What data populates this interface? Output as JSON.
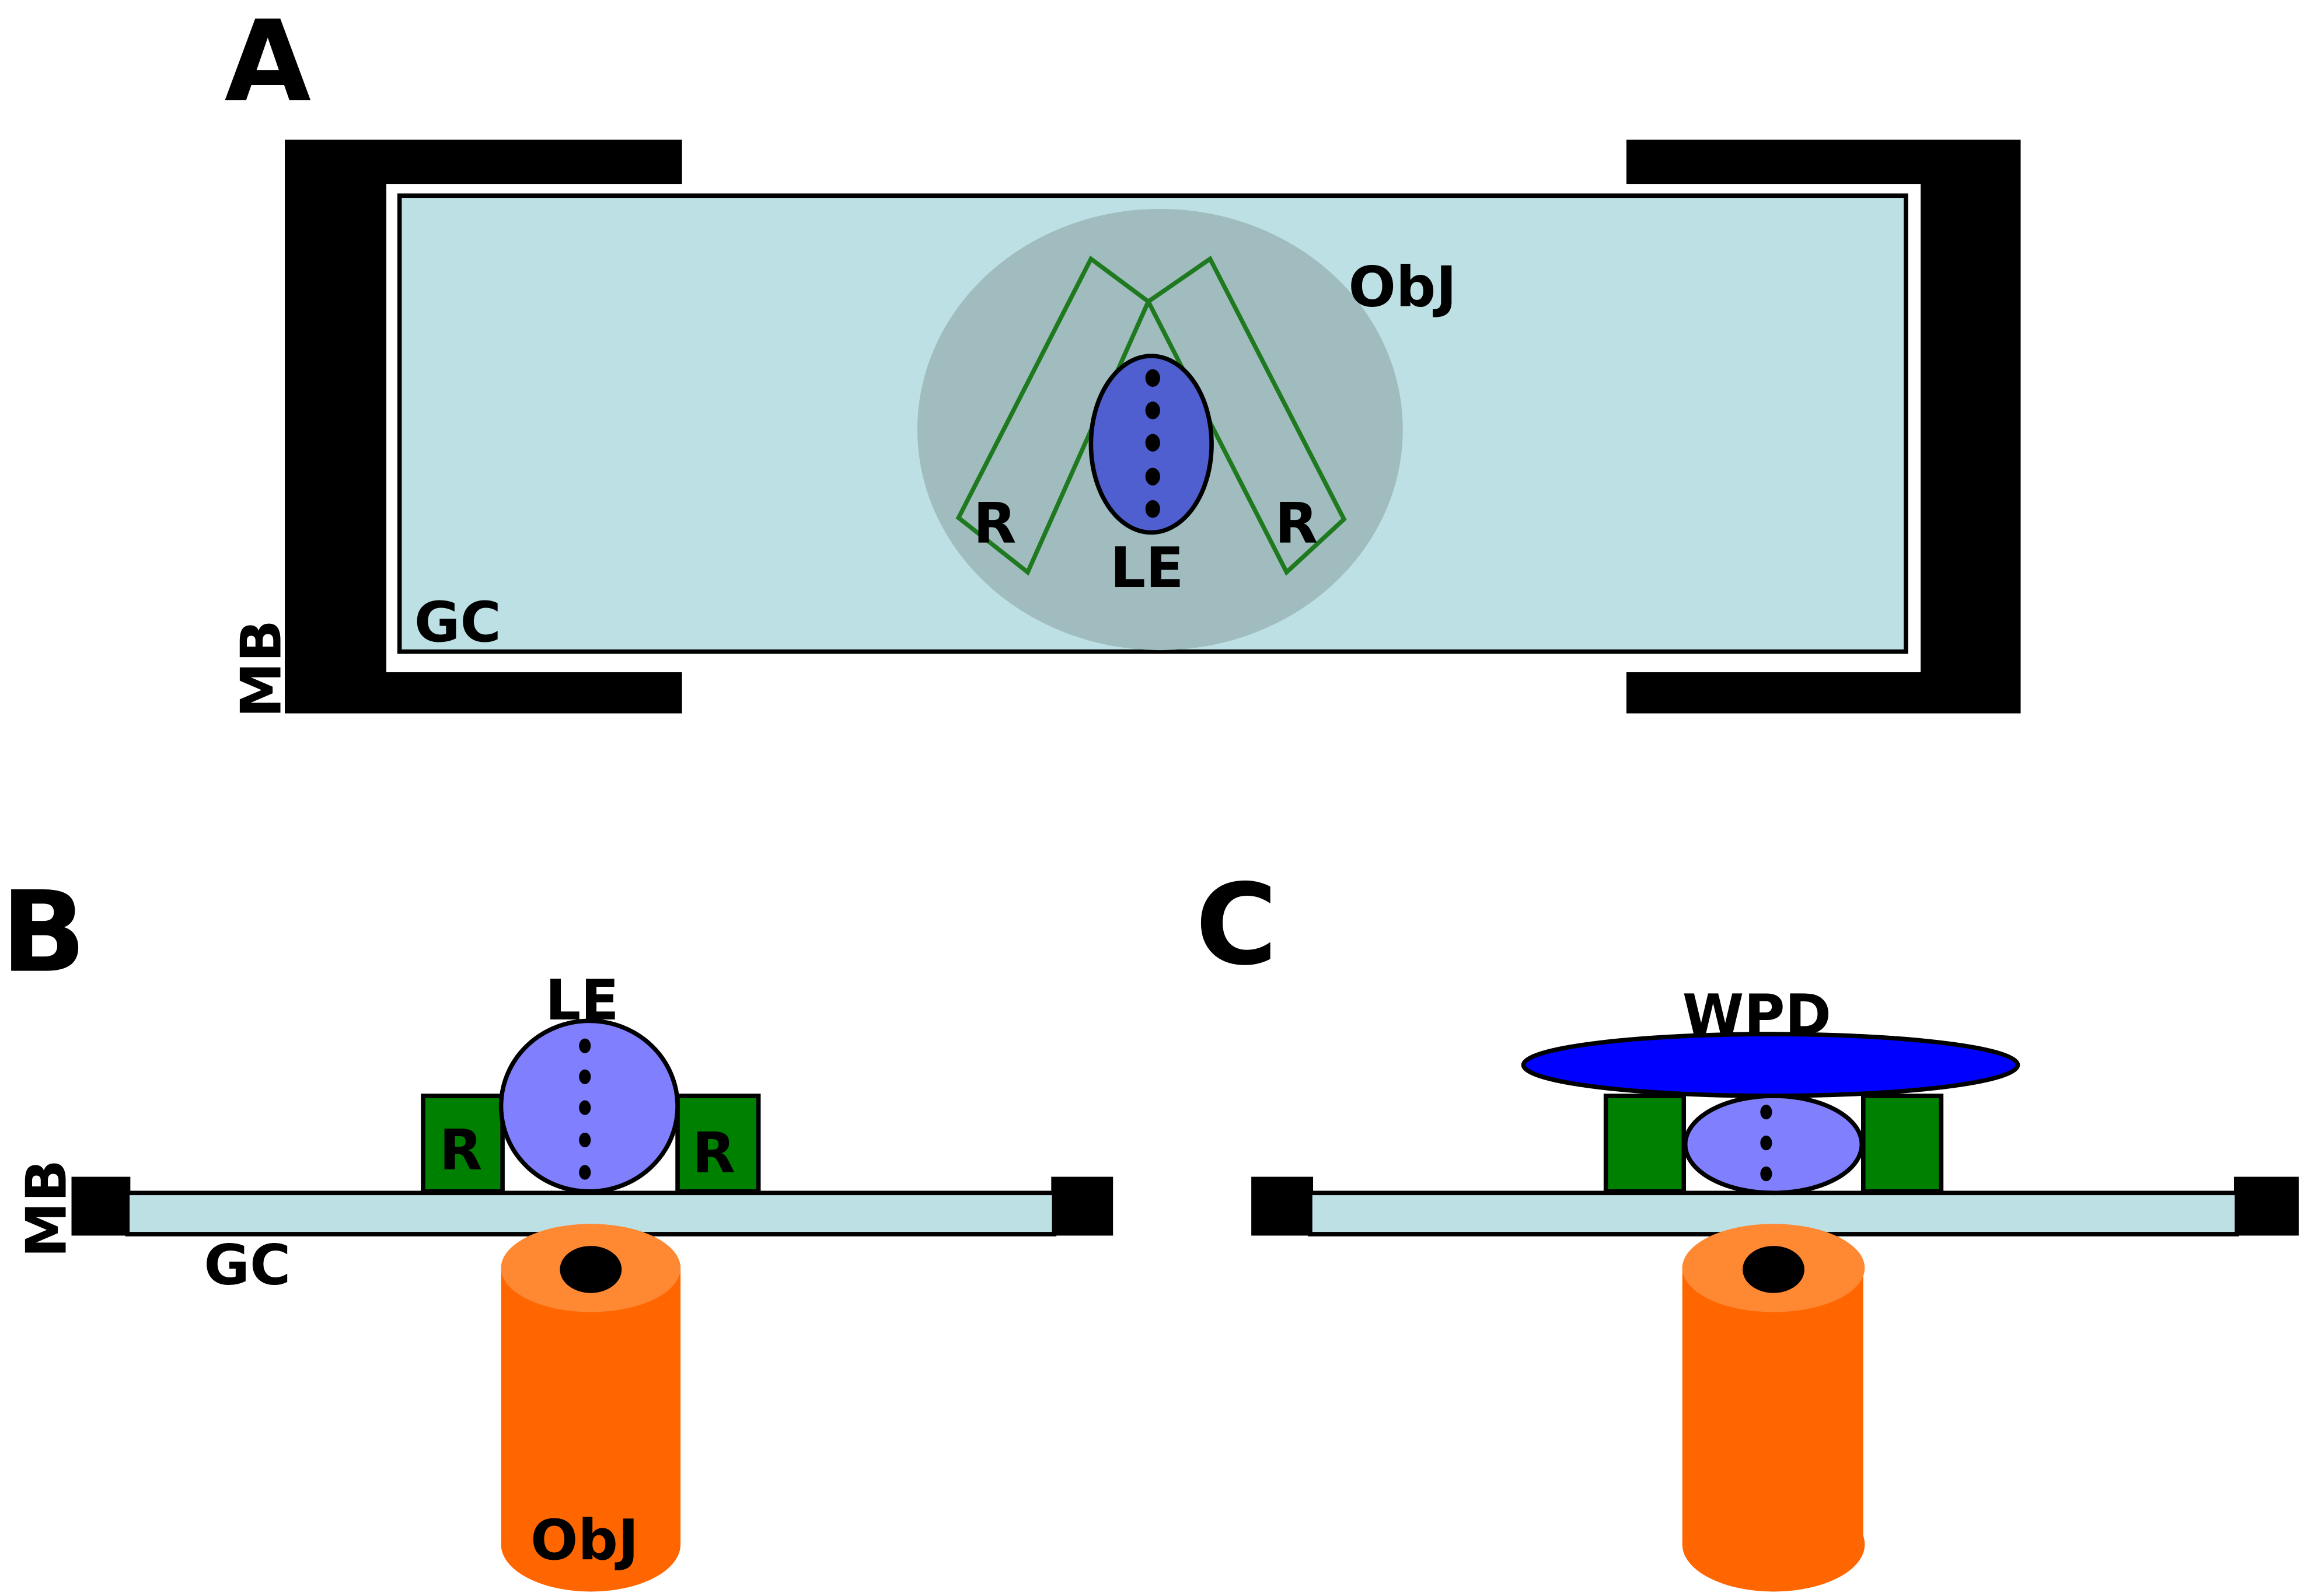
{
  "figure": {
    "panels": [
      {
        "id": "A",
        "letter": "A",
        "view": "top",
        "labels": {
          "objective": "ObJ",
          "retractor_left": "R",
          "retractor_right": "R",
          "lens": "LE",
          "coverslip": "GC",
          "mount": "MB"
        }
      },
      {
        "id": "B",
        "letter": "B",
        "view": "side",
        "labels": {
          "lens": "LE",
          "retractor_left": "R",
          "retractor_right": "R",
          "mount": "MB",
          "coverslip": "GC",
          "objective": "ObJ"
        }
      },
      {
        "id": "C",
        "letter": "C",
        "view": "side",
        "labels": {
          "disc": "WPD"
        }
      }
    ],
    "colors": {
      "coverslip": "#bce0e3",
      "objective_field": "#a0bcbf",
      "retractor_outline": "#1f7a1f",
      "retractor_fill": "#008000",
      "lens_top": "#4f5fd0",
      "lens_side": "#8080ff",
      "disc": "#0000ff",
      "objective_body": "#ff6600",
      "objective_cap": "#ff8833",
      "mount": "#000000"
    }
  }
}
